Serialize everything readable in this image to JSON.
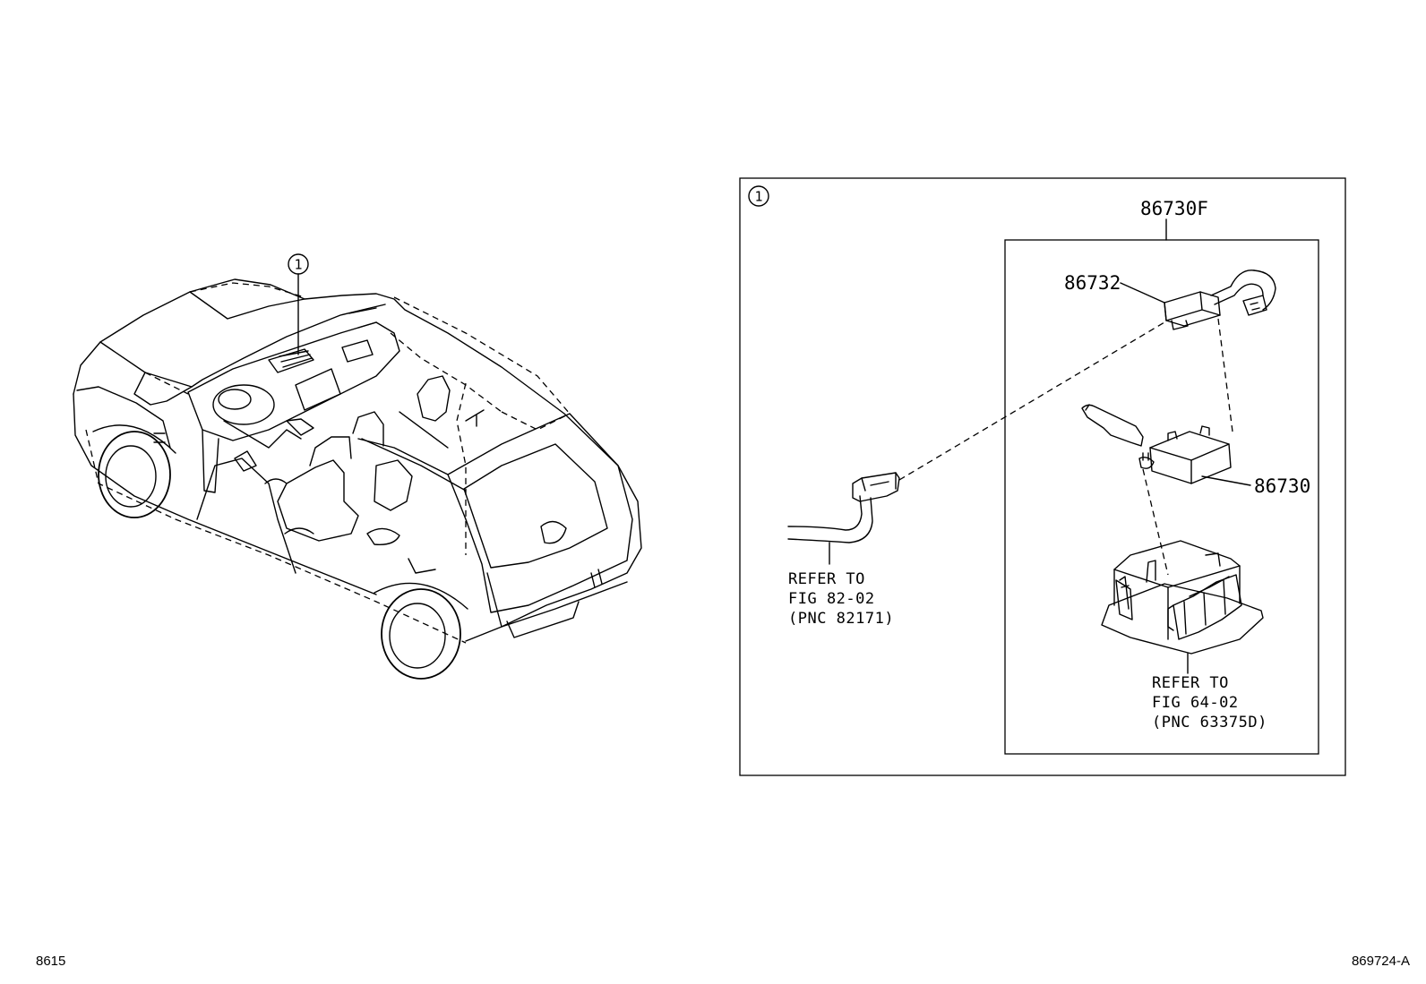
{
  "callout_marker": "1",
  "parts": {
    "assembly": "86730F",
    "connector": "86732",
    "module": "86730"
  },
  "refer_wire": [
    "REFER TO",
    "FIG 82-02",
    "(PNC 82171)"
  ],
  "refer_cover": [
    "REFER TO",
    "FIG 64-02",
    "(PNC 63375D)"
  ],
  "corner_left": "8615",
  "corner_right": "869724-A"
}
